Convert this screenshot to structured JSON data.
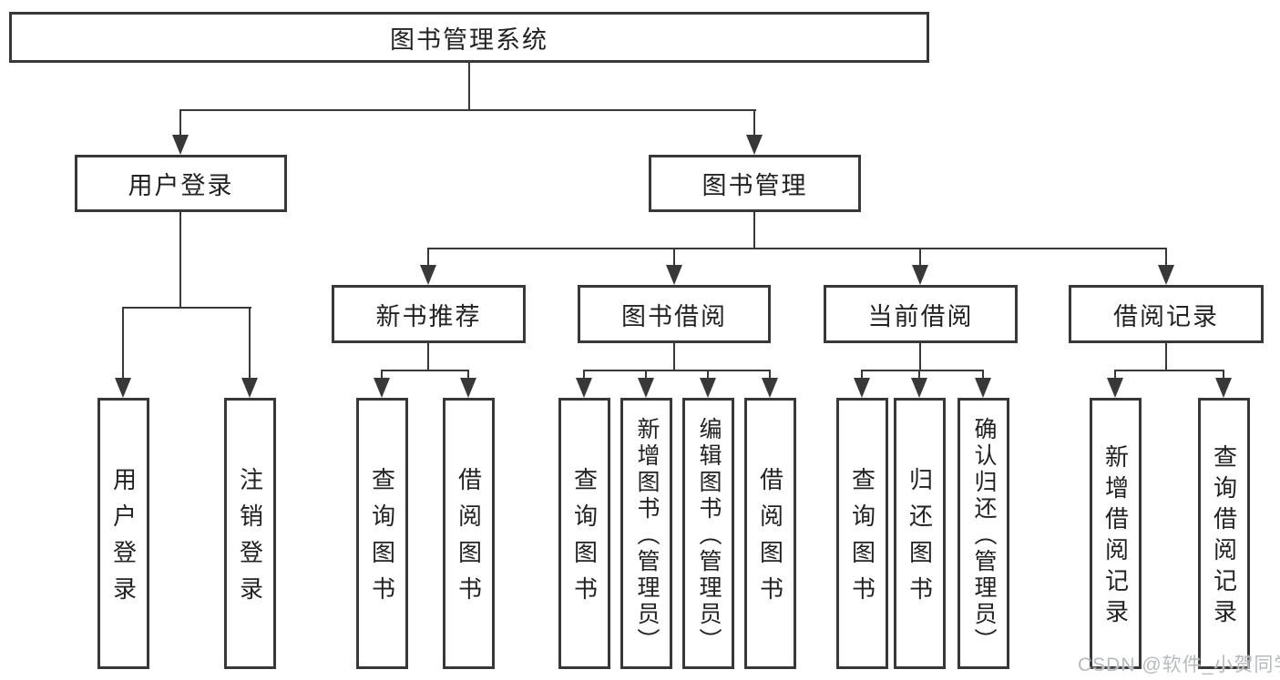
{
  "diagram_title": "图书管理系统",
  "tree": {
    "root": {
      "label": "图书管理系统"
    },
    "branches": [
      {
        "label": "用户登录",
        "children": [
          {
            "label": "用户登录"
          },
          {
            "label": "注销登录"
          }
        ]
      },
      {
        "label": "图书管理",
        "sections": [
          {
            "label": "新书推荐",
            "children": [
              {
                "label": "查询图书"
              },
              {
                "label": "借阅图书"
              }
            ]
          },
          {
            "label": "图书借阅",
            "children": [
              {
                "label": "查询图书"
              },
              {
                "label": "新增图书（管理员）"
              },
              {
                "label": "编辑图书（管理员）"
              },
              {
                "label": "借阅图书"
              }
            ]
          },
          {
            "label": "当前借阅",
            "children": [
              {
                "label": "查询图书"
              },
              {
                "label": "归还图书"
              },
              {
                "label": "确认归还（管理员）"
              }
            ]
          },
          {
            "label": "借阅记录",
            "children": [
              {
                "label": "新增借阅记录"
              },
              {
                "label": "查询借阅记录"
              }
            ]
          }
        ]
      }
    ]
  },
  "watermark": "CSDN @软件_小贺同学",
  "colors": {
    "line": "#383838",
    "box_fill": "#ffffff",
    "text": "#222222",
    "watermark": "#b6bbc1"
  }
}
